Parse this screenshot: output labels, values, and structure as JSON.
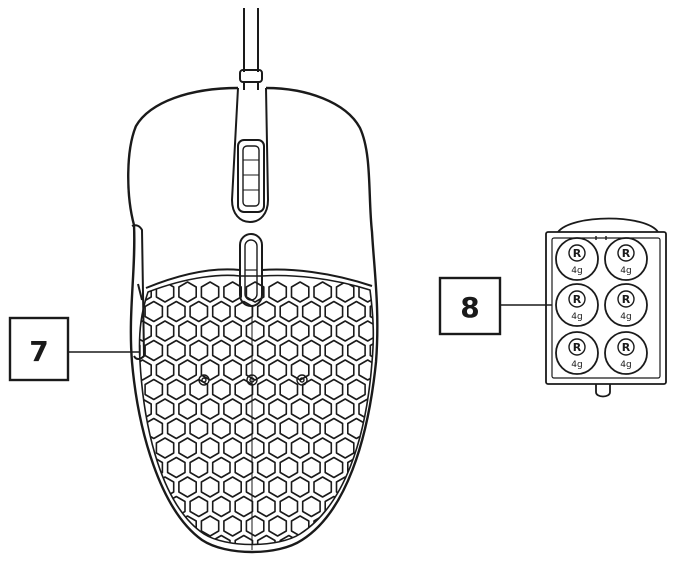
{
  "callouts": [
    {
      "id": "7",
      "label": "7"
    },
    {
      "id": "8",
      "label": "8"
    }
  ],
  "weights": {
    "count": 6,
    "items": [
      {
        "logo": "R",
        "label": "4g"
      },
      {
        "logo": "R",
        "label": "4g"
      },
      {
        "logo": "R",
        "label": "4g"
      },
      {
        "logo": "R",
        "label": "4g"
      },
      {
        "logo": "R",
        "label": "4g"
      },
      {
        "logo": "R",
        "label": "4g"
      }
    ]
  },
  "colors": {
    "line": "#1a1a1a",
    "background": "#ffffff"
  }
}
